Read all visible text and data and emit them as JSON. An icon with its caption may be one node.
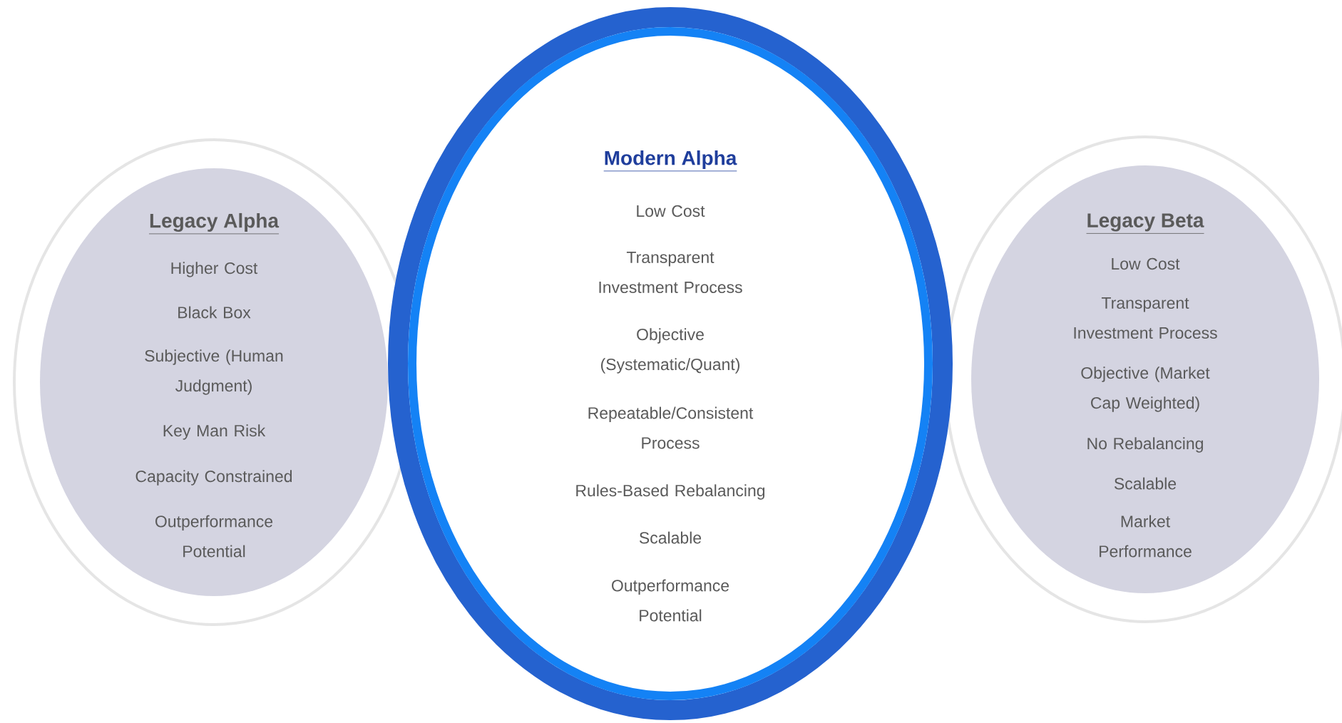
{
  "diagram": {
    "nodes": [
      {
        "text": [
          "Legacy Alpha",
          "Higher Cost",
          "Black Box",
          "Subjective (Human Judgment)",
          "Key Man Risk",
          "Capacity Constrained",
          "Outperformance Potential"
        ]
      },
      {
        "text": [
          "Modern Alpha",
          "Low Cost",
          "Transparent Investment Process",
          "Objective (Systematic/Quant)",
          "Repeatable/Consistent Process",
          "Rules-Based Rebalancing",
          "Scalable",
          "Outperformance Potential"
        ]
      },
      {
        "text": [
          "Legacy Beta",
          "Low Cost",
          "Transparent Investment Process",
          "Objective (Market Cap Weighted)",
          "No Rebalancing",
          "Scalable",
          "Market Performance"
        ]
      }
    ]
  }
}
